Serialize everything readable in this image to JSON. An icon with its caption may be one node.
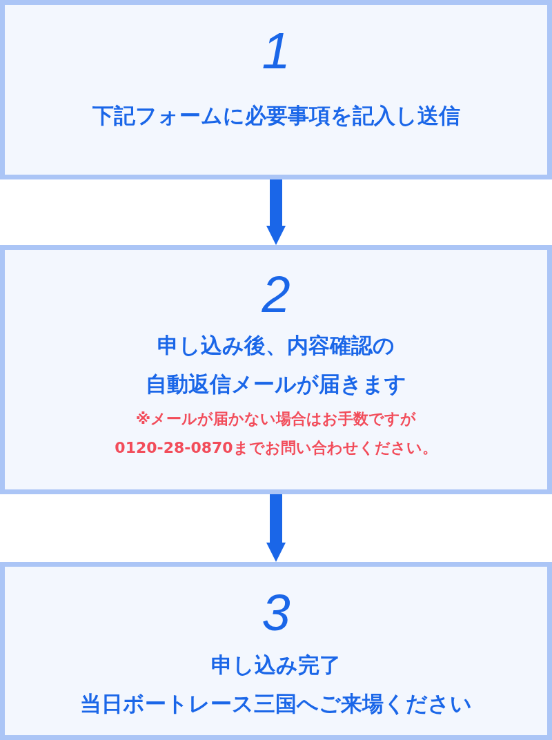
{
  "diagram": {
    "nodes": [
      {
        "text": [
          "1",
          "下記フォームに必要事項を記入し送信"
        ]
      },
      {
        "text": [
          "2",
          "申し込み後、内容確認の自動返信メールが届きます",
          "※メールが届かない場合はお手数ですが0120-28-0870までお問い合わせください。"
        ]
      },
      {
        "text": [
          "3",
          "申し込み完了当日ボートレース三国へご来場ください"
        ]
      }
    ],
    "edges": [
      {
        "from": 0,
        "to": 1,
        "arrow": "to"
      },
      {
        "from": 1,
        "to": 2,
        "arrow": "to"
      }
    ]
  }
}
